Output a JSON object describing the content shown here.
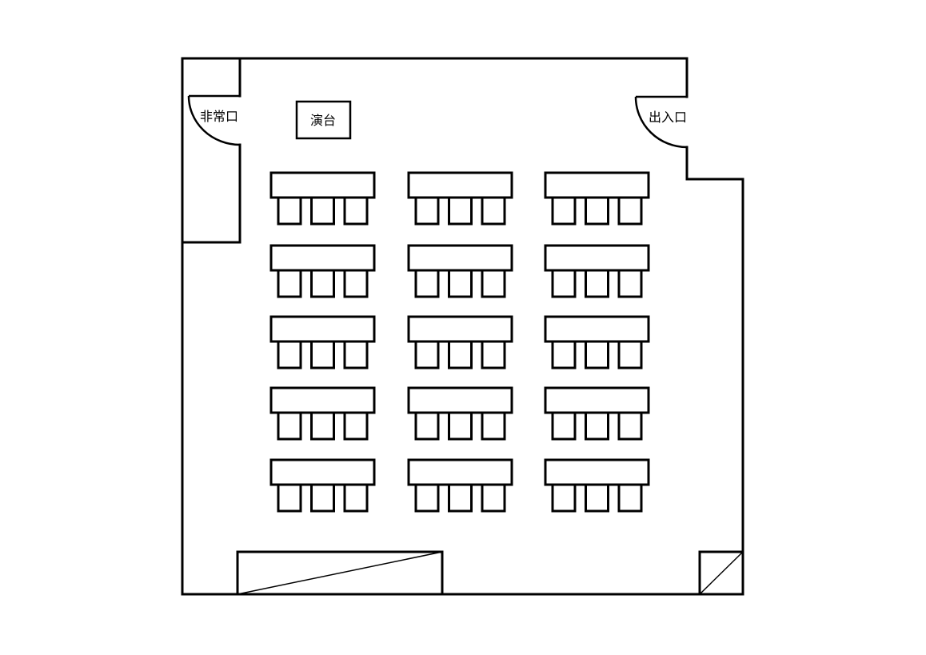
{
  "diagram": {
    "title": "room-layout-floor-plan",
    "labels": {
      "emergency_exit": "非常口",
      "entrance": "出入口",
      "podium": "演台"
    },
    "furniture": {
      "rows": 5,
      "columns": 3,
      "tables_total": 15,
      "chairs_per_table": 3
    },
    "colors": {
      "line": "#000000",
      "background": "#ffffff"
    }
  }
}
